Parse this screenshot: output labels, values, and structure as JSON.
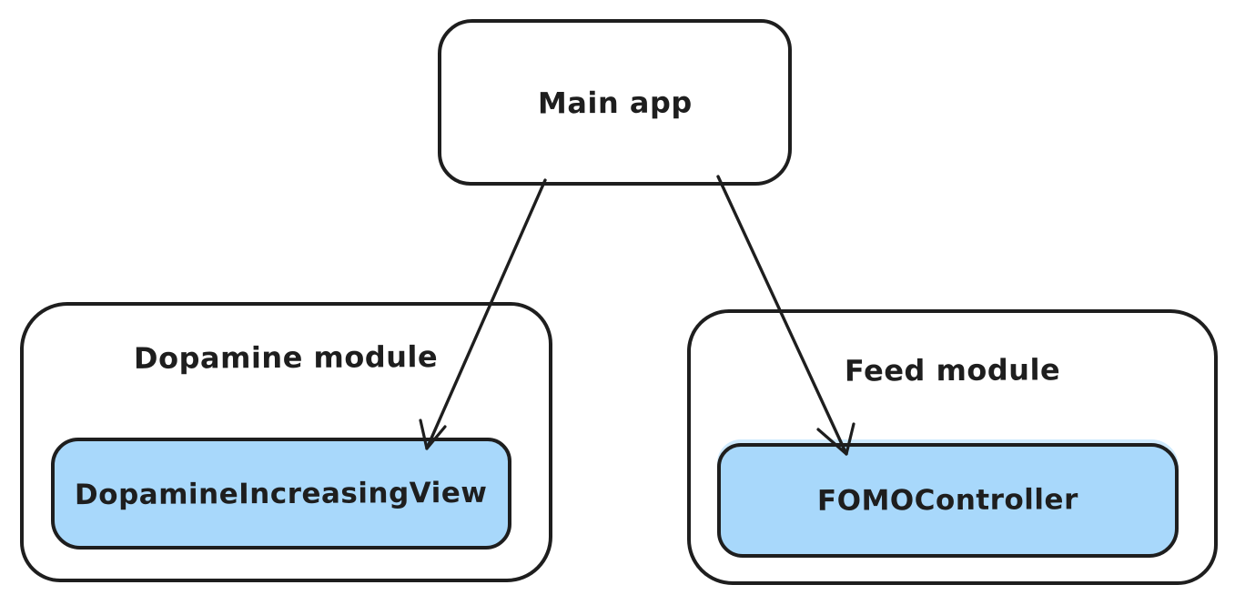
{
  "diagram": {
    "nodes": {
      "main_app": {
        "label": "Main app",
        "type": "plain"
      },
      "dopamine_module": {
        "label": "Dopamine module",
        "type": "container"
      },
      "dopamine_increasing_view": {
        "label": "DopamineIncreasingView",
        "type": "highlighted",
        "parent": "dopamine_module"
      },
      "feed_module": {
        "label": "Feed module",
        "type": "container"
      },
      "fomo_controller": {
        "label": "FOMOController",
        "type": "highlighted",
        "parent": "feed_module"
      }
    },
    "edges": [
      {
        "from": "main_app",
        "to": "dopamine_increasing_view",
        "style": "arrow"
      },
      {
        "from": "main_app",
        "to": "fomo_controller",
        "style": "arrow"
      }
    ],
    "colors": {
      "stroke": "#1e1e1e",
      "node_fill": "#ffffff",
      "highlight_fill": "#a8d8fb",
      "background": "#ffffff"
    }
  }
}
